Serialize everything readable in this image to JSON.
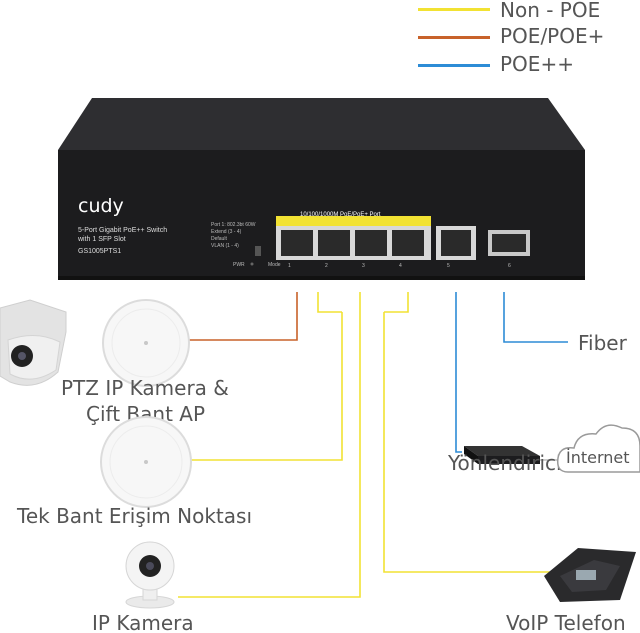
{
  "legend": [
    {
      "label": "Non - POE",
      "color": "#f2e233"
    },
    {
      "label": "POE/POE+",
      "color": "#c8622a"
    },
    {
      "label": "POE++",
      "color": "#2d8cd6"
    }
  ],
  "switch": {
    "brand": "cudy",
    "model_line1": "5-Port Gigabit PoE++ Switch",
    "model_line2": "with 1 SFP Slot",
    "model_code": "GS1005PTS1",
    "port_band_label": "10/100/1000M PoE/PoE+ Port",
    "mode_lines": [
      "Port 1: 802.3bt 60W",
      "Extend (3 - 4)",
      "Default",
      "VLAN (1 - 4)"
    ],
    "pwr": "PWR",
    "mode": "Mode",
    "port_numbers": [
      "1",
      "2",
      "3",
      "4",
      "5",
      "6"
    ]
  },
  "devices": {
    "ptz": "PTZ IP Kamera &",
    "ptz2": "Çift Bant AP",
    "ap": "Tek Bant Erişim Noktası",
    "ipcam": "IP Kamera",
    "voip": "VoIP Telefon",
    "fiber": "Fiber",
    "router": "Yönlendirici",
    "internet": "İnternet"
  },
  "colors": {
    "yellow": "#f2e233",
    "orange": "#c8622a",
    "blue": "#2d8cd6",
    "switch_body": "#1c1c1e"
  }
}
